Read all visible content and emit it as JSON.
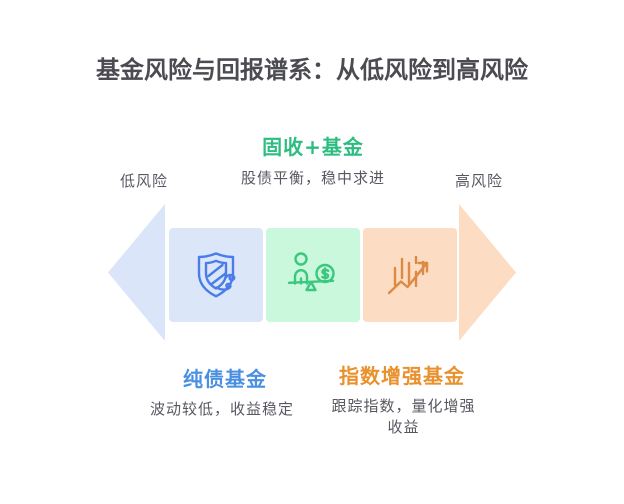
{
  "title": "基金风险与回报谱系：从低风险到高风险",
  "risk_axis": {
    "left_label": "低风险",
    "right_label": "高风险",
    "left_arrow_color": "#dbe5f9",
    "right_arrow_color": "#fcdcc2"
  },
  "funds": [
    {
      "name": "纯债基金",
      "desc": "波动较低，收益稳定",
      "icon": "shield-wind-icon",
      "name_color": "#4a90e2",
      "box_color": "#dce6f9",
      "icon_color": "#4a7de8"
    },
    {
      "name": "固收+基金",
      "desc": "股债平衡，稳中求进",
      "icon": "person-coin-balance-icon",
      "name_color": "#2dbd80",
      "box_color": "#c9f8dc",
      "icon_color": "#3bc77e"
    },
    {
      "name": "指数增强基金",
      "desc": "跟踪指数，量化增强收益",
      "icon": "rising-chart-arrow-icon",
      "name_color": "#e8912d",
      "box_color": "#fcdcc2",
      "icon_color": "#dc8a45"
    }
  ],
  "text_colors": {
    "title": "#4b4b52",
    "description": "#585862"
  }
}
